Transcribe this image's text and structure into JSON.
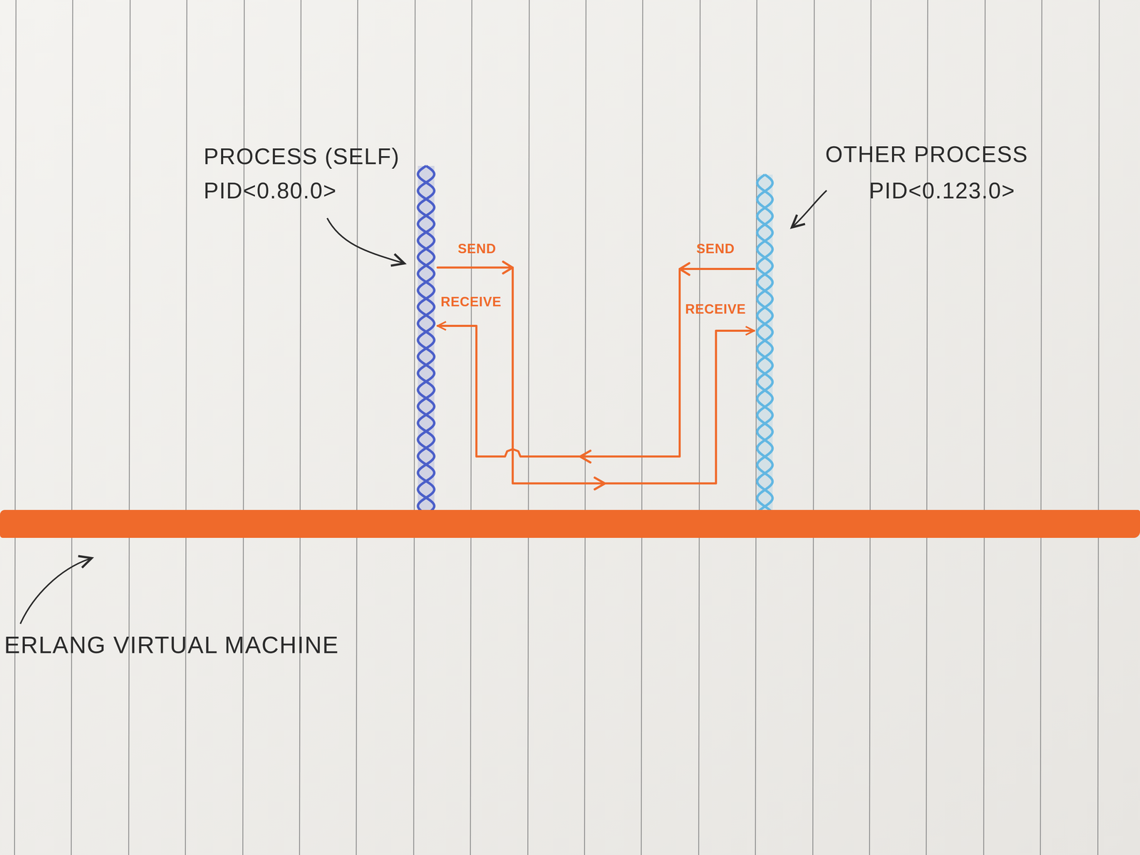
{
  "diagram": {
    "nodes": [
      {
        "text": [
          "PROCESS (SELF)",
          "PID<0.80.0>"
        ]
      },
      {
        "text": [
          "OTHER PROCESS",
          "PID<0.123.0>"
        ]
      },
      {
        "text": [
          "ERLANG VIRTUAL MACHINE"
        ]
      }
    ],
    "edges": [
      {
        "from": 0,
        "to": 1,
        "arrow": "to"
      },
      {
        "from": 1,
        "to": 0,
        "arrow": "to"
      }
    ],
    "labels": [
      "SEND",
      "RECEIVE",
      "SEND",
      "RECEIVE"
    ]
  }
}
